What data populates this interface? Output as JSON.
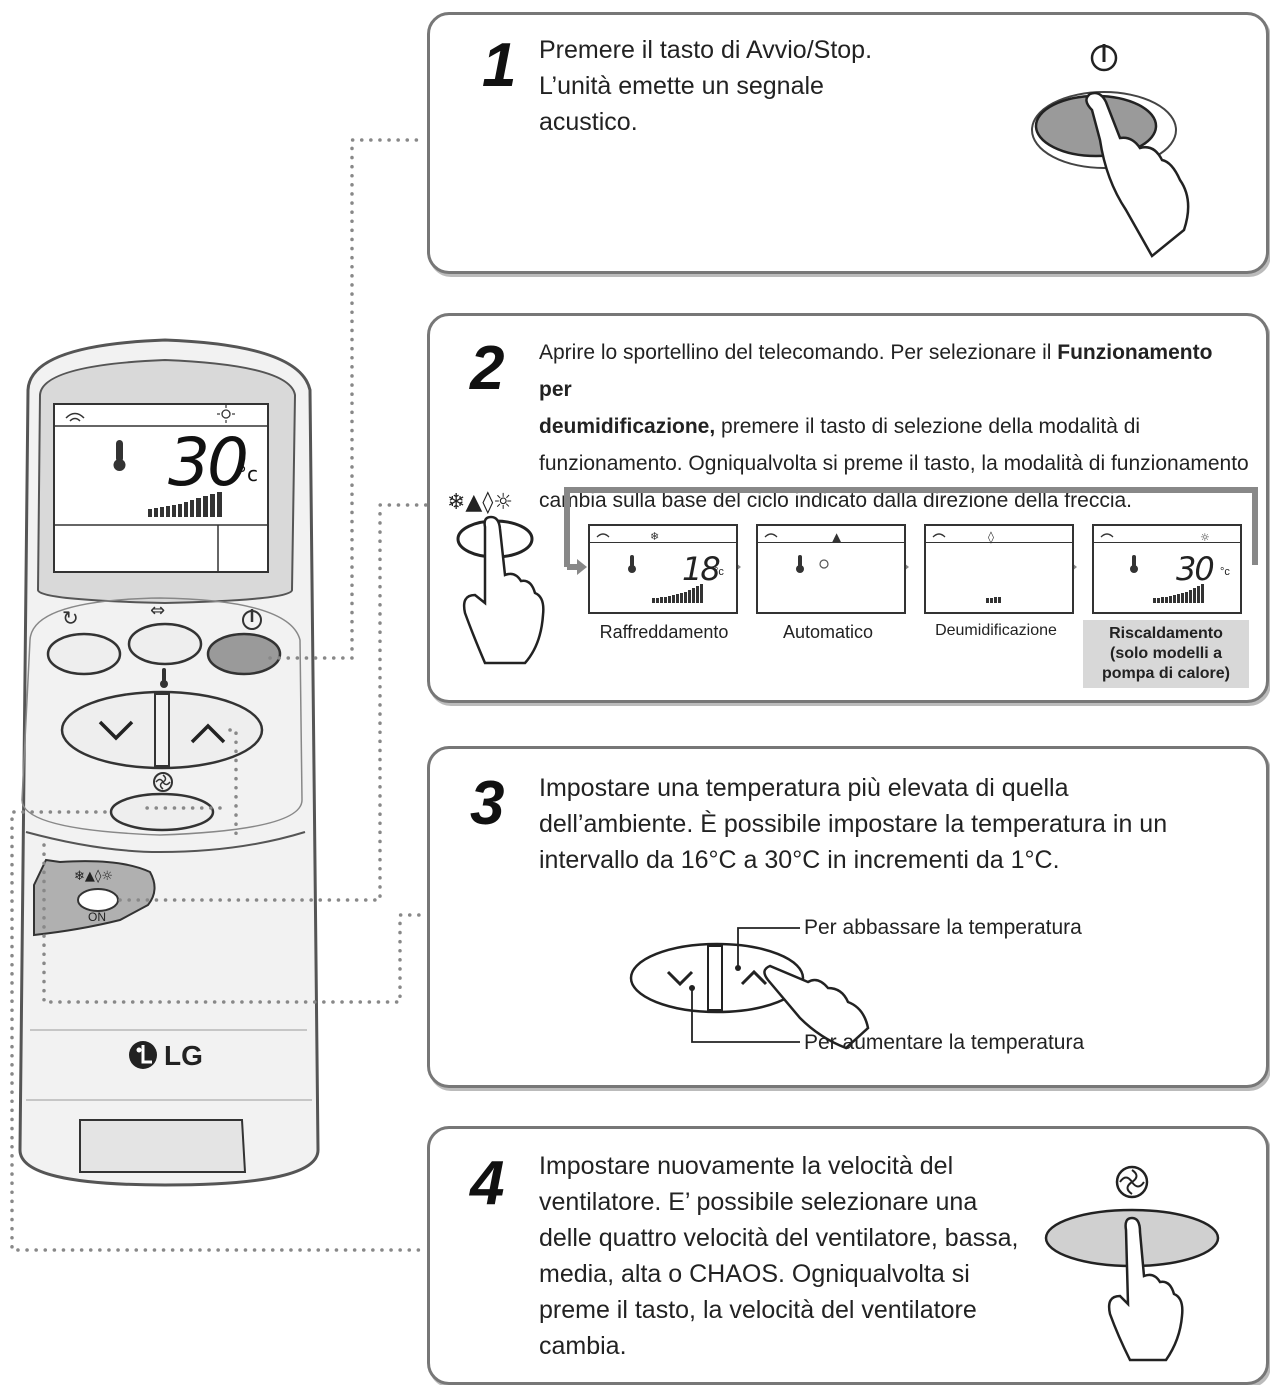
{
  "steps": [
    {
      "num": "1",
      "text_lines": [
        "Premere il tasto di Avvio/Stop.",
        "L’unità emette un segnale",
        "acustico."
      ]
    },
    {
      "num": "2",
      "line1_a": "Aprire lo sportellino del telecomando. Per selezionare il ",
      "line1_b": "Funzionamento per",
      "line2_a": "deumidificazione,",
      "line2_b": " premere il tasto di selezione della modalità di",
      "line3": "funzionamento. Ogniqualvolta si preme il tasto, la modalità di funzionamento",
      "line4": "cambia sulla base del ciclo indicato dalla direzione della freccia."
    },
    {
      "num": "3",
      "text_lines": [
        "Impostare una temperatura più elevata di quella",
        "dell’ambiente. È possibile impostare la temperatura in un",
        "intervallo da 16°C a 30°C in incrementi da 1°C."
      ]
    },
    {
      "num": "4",
      "text_lines": [
        "Impostare nuovamente la velocità del",
        "ventilatore. E’ possibile selezionare una",
        "delle quattro velocità del ventilatore, bassa,",
        "media, alta o CHAOS. Ogniqualvolta si",
        "preme il tasto, la velocità del ventilatore",
        "cambia."
      ]
    }
  ],
  "modes": [
    {
      "label": "Raffreddamento",
      "temp": "18",
      "unit": "°c"
    },
    {
      "label": "Automatico"
    },
    {
      "label": "Deumidificazione"
    },
    {
      "label_lines": [
        "Riscaldamento",
        "(solo modelli a",
        "pompa di calore)"
      ],
      "temp": "30",
      "unit": "°c"
    }
  ],
  "annotations": {
    "lower": "Per abbassare la temperatura",
    "raise": "Per aumentare la temperatura"
  },
  "remote": {
    "temp": "30",
    "unit": "°c",
    "brand": "LG",
    "on_label": "ON"
  },
  "colors": {
    "border": "#777777",
    "button_active": "#9a9a9a",
    "screen": "#d6d6d6"
  }
}
